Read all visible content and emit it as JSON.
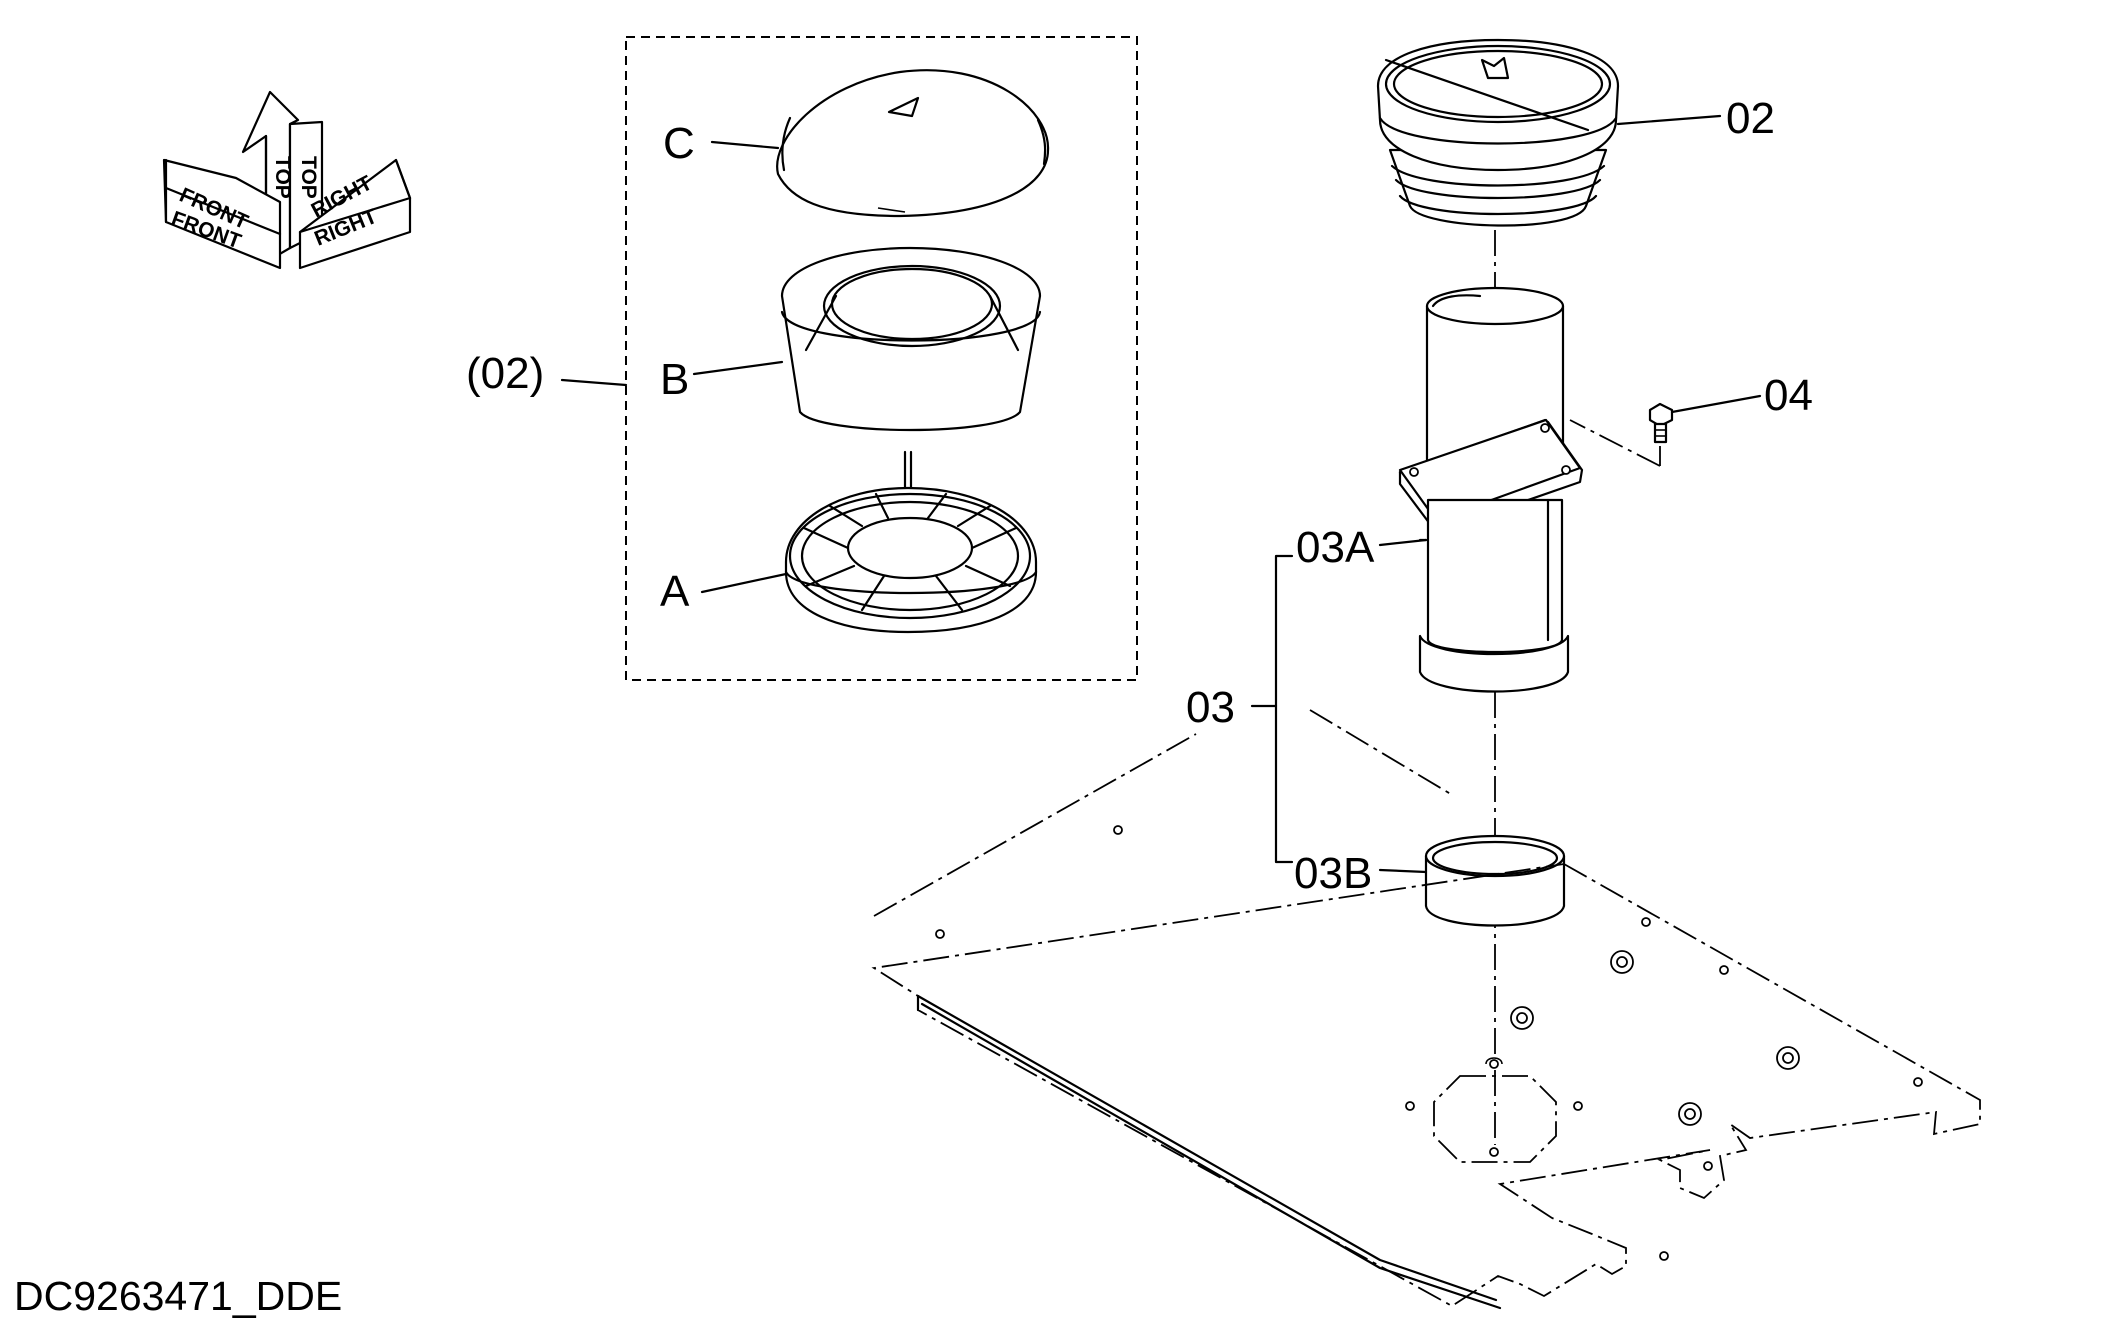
{
  "diagram": {
    "drawing_code": "DC9263471_DDE",
    "orientation": {
      "front": "FRONT",
      "top": "TOP",
      "right": "RIGHT"
    },
    "labels": {
      "sub_assembly": "(02)",
      "sub_a": "A",
      "sub_b": "B",
      "sub_c": "C",
      "part_02": "02",
      "part_03": "03",
      "part_03a": "03A",
      "part_03b": "03B",
      "part_04": "04"
    }
  }
}
